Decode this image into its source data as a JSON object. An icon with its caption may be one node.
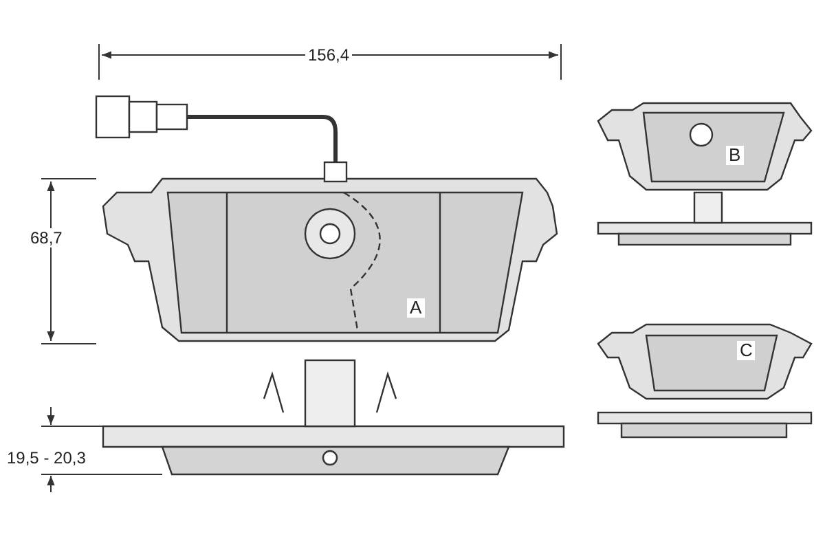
{
  "diagram": {
    "labels": [
      "156,4",
      "68,7",
      "B",
      "A",
      "C",
      "19,5 - 20,3"
    ]
  }
}
